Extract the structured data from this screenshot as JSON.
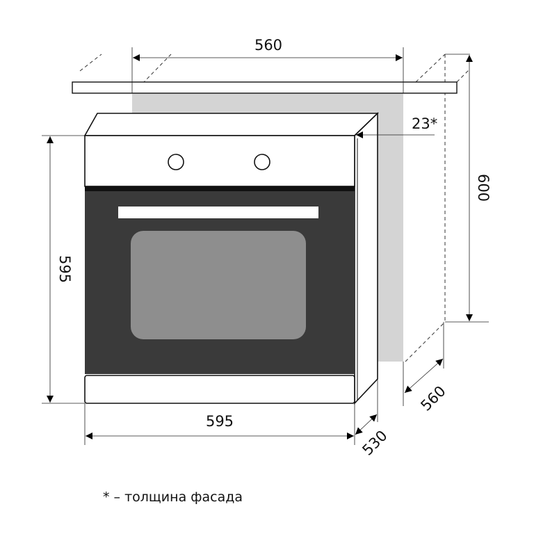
{
  "diagram": {
    "dimensions": {
      "niche_width": "560",
      "niche_height": "600",
      "niche_depth": "560",
      "oven_height": "595",
      "oven_width": "595",
      "oven_depth": "530",
      "facade_thickness": "23*"
    },
    "footnote": "* – толщина фасада",
    "colors": {
      "niche": "#d4d4d4",
      "door": "#3a3a3a",
      "window": "#8e8e8e"
    }
  }
}
